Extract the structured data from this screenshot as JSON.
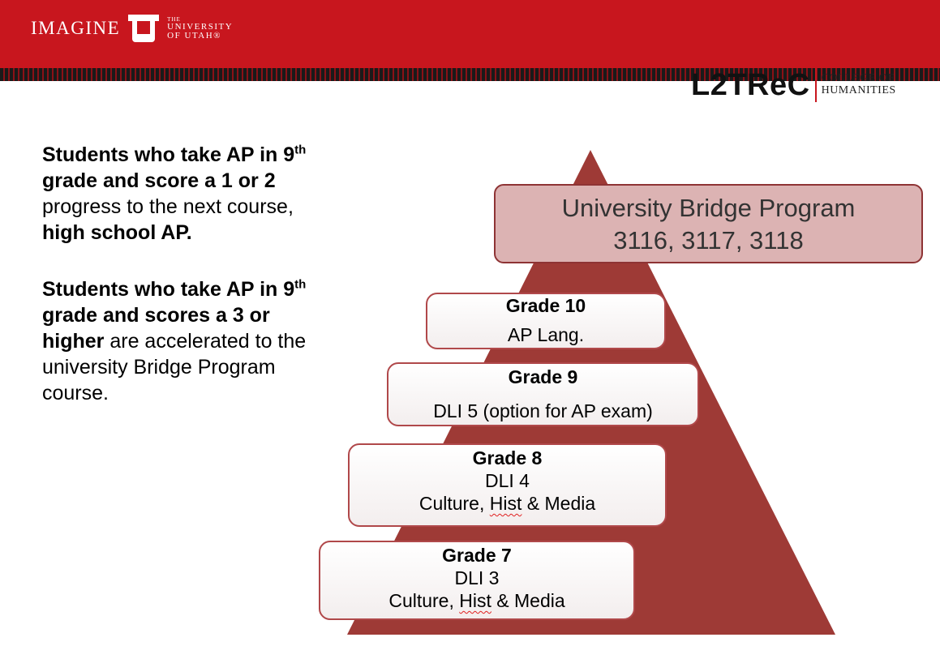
{
  "header": {
    "brand_word": "IMAGINE",
    "univ_the": "THE",
    "univ_name": "UNIVERSITY",
    "univ_of": "OF UTAH®"
  },
  "logo": {
    "name": "L2TReC",
    "college_line1": "COLLEGE OF",
    "college_line2": "HUMANITIES"
  },
  "left_text": {
    "p1_bold1": "Students who take AP in 9",
    "p1_sup": "th",
    "p1_bold2": " grade and score a 1 or 2",
    "p1_plain": " progress to the next course, ",
    "p1_bold3": "high school AP.",
    "p2_bold1": "Students who take AP in 9",
    "p2_sup": "th",
    "p2_bold2": " grade and scores a 3 or higher",
    "p2_plain": " are accelerated to the university Bridge Program course."
  },
  "pyramid": {
    "bridge": {
      "line1": "University Bridge Program",
      "line2": "3116, 3117, 3118"
    },
    "grade10": {
      "title": "Grade 10",
      "line1": "AP Lang."
    },
    "grade9": {
      "title": "Grade 9",
      "line1": "DLI 5 (option for AP exam)"
    },
    "grade8": {
      "title": "Grade 8",
      "line1": "DLI 4",
      "line2_a": "Culture, ",
      "line2_b": "Hist",
      "line2_c": " & Media"
    },
    "grade7": {
      "title": "Grade 7",
      "line1": "DLI 3",
      "line2_a": "Culture, ",
      "line2_b": "Hist",
      "line2_c": " & Media"
    }
  },
  "colors": {
    "header_red": "#c8161e",
    "pyramid": "#9e3a36",
    "bridge_fill": "#dcb3b3",
    "box_border": "#b0484a"
  }
}
